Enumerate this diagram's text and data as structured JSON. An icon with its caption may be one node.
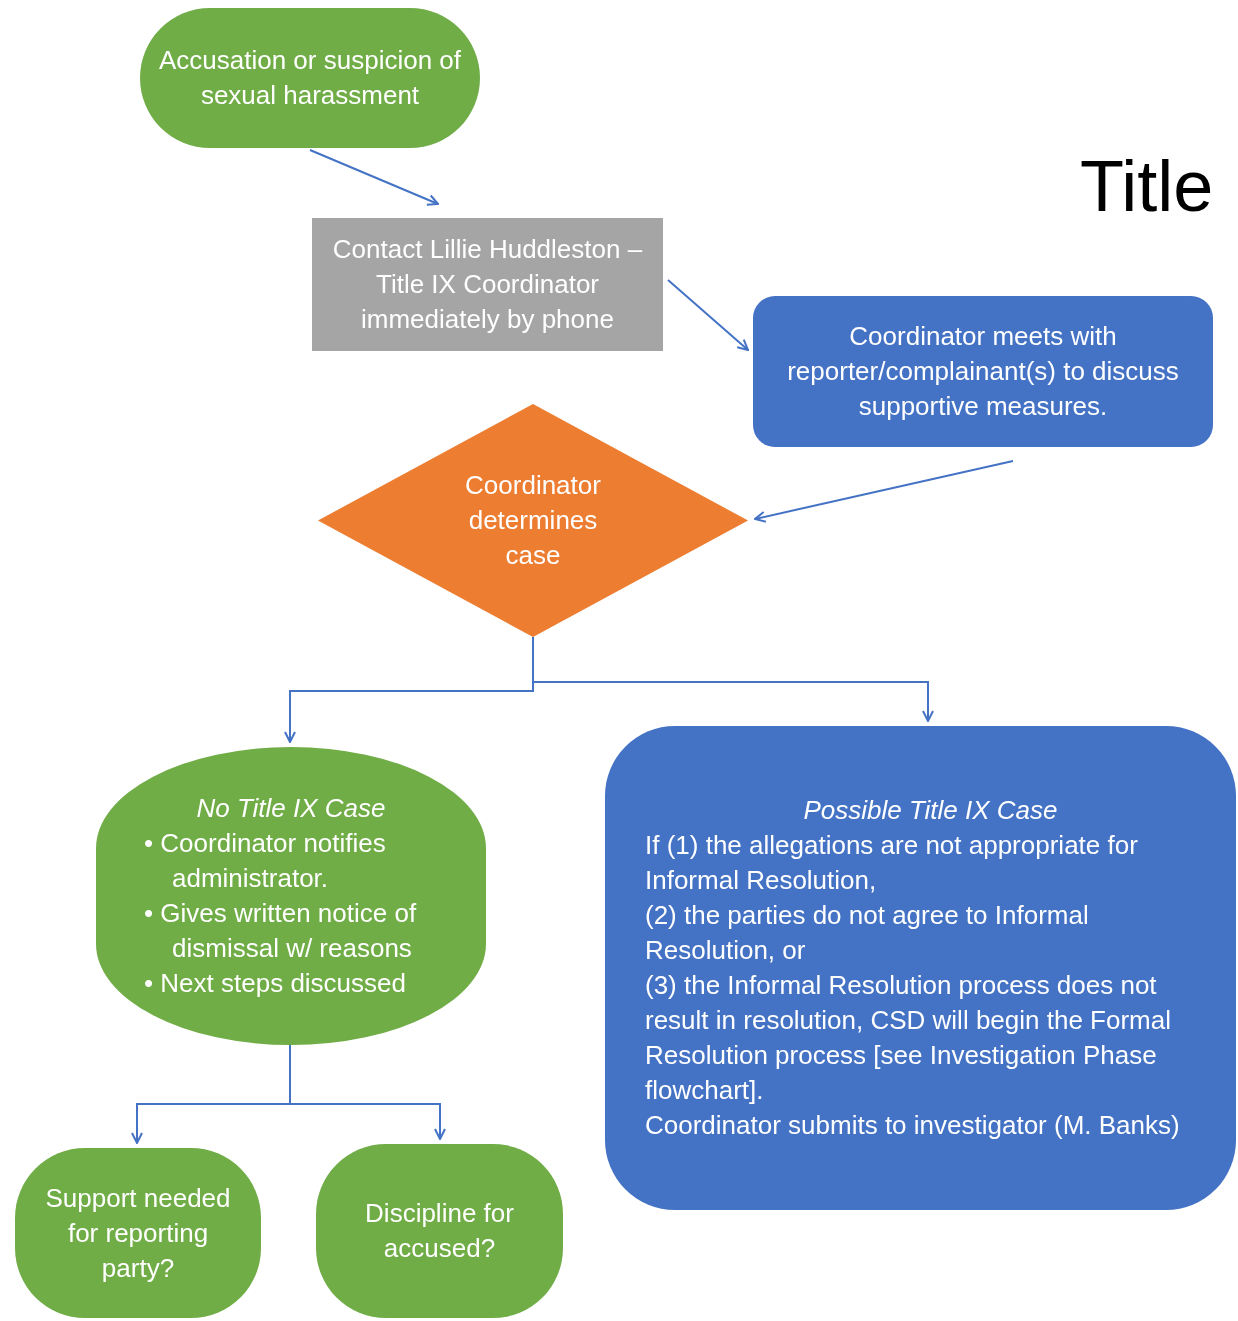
{
  "diagram": {
    "title": "Title",
    "nodes": [
      {
        "text": [
          "Accusation or suspicion of sexual harassment"
        ]
      },
      {
        "text": [
          "Contact Lillie Huddleston – Title IX Coordinator immediately by phone"
        ]
      },
      {
        "text": [
          "Coordinator meets with reporter/complainant(s) to discuss supportive measures."
        ]
      },
      {
        "text": [
          "Coordinator determines case"
        ]
      },
      {
        "text": [
          "No Title IX Case",
          "• Coordinator notifies administrator.",
          "• Gives written notice of dismissal w/ reasons",
          "• Next steps discussed"
        ]
      },
      {
        "text": [
          "Possible Title IX Case",
          "If (1) the allegations are not appropriate for Informal Resolution,",
          "(2) the parties do not agree to Informal Resolution, or",
          "(3) the Informal Resolution process does not result in resolution, CSD will begin the Formal Resolution process [see Investigation Phase flowchart].",
          "Coordinator submits to investigator (M. Banks)"
        ]
      },
      {
        "text": [
          "Support needed for reporting party?"
        ]
      },
      {
        "text": [
          "Discipline for accused?"
        ]
      }
    ],
    "edges": [
      {
        "from": 0,
        "to": 1,
        "arrow": "to"
      },
      {
        "from": 1,
        "to": 2,
        "arrow": "to"
      },
      {
        "from": 2,
        "to": 3,
        "arrow": "to"
      },
      {
        "from": 3,
        "to": 4,
        "arrow": "to"
      },
      {
        "from": 3,
        "to": 5,
        "arrow": "to"
      },
      {
        "from": 4,
        "to": 6,
        "arrow": "to"
      },
      {
        "from": 4,
        "to": 7,
        "arrow": "to"
      }
    ]
  }
}
